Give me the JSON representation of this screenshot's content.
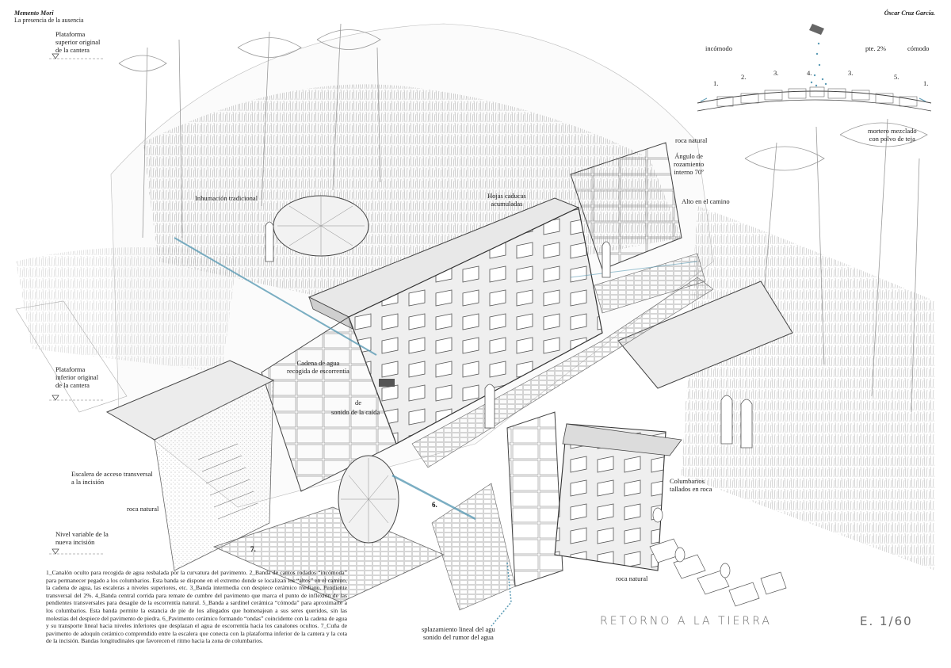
{
  "header": {
    "title": "Memento Mori",
    "subtitle": "La presencia de la ausencia",
    "author": "Óscar Cruz García."
  },
  "levels": {
    "upper": "Plataforma\nsuperior original\nde la cantera",
    "lower": "Plataforma\ninferior original\nde la cantera",
    "variable": "Nivel variable de la\nnueva incisión"
  },
  "labels": {
    "inhumacion": "Inhumación tradicional",
    "hojas": "Hojas caducas\nacumuladas",
    "roca_top": "roca natural",
    "angulo": "Ángulo de\nrozamiento\ninterno 70º",
    "alto": "Alto en el camino",
    "cadena": "Cadena de agua\nrecogida de escorrentía",
    "de": "de",
    "sonido_caida": "sonido de la caída",
    "escalera": "Escalera de acceso transversal\na la incisión",
    "roca_left": "roca natural",
    "columbarios": "Columbarios\ntallados en roca",
    "roca_right": "roca natural",
    "desplazamiento": "splazamiento lineal del agu\nsonido del rumor del agua"
  },
  "numbers": {
    "n6": "6.",
    "n7": "7."
  },
  "section": {
    "incomodo": "incómodo",
    "pte": "pte. 2%",
    "comodo": "cómodo",
    "n1a": "1.",
    "n2": "2.",
    "n3a": "3.",
    "n4": "4.",
    "n3b": "3.",
    "n5": "5.",
    "n1b": "1.",
    "mortero": "mortero mezclado\ncon polvo de teja"
  },
  "legend": "1_Canalón oculto para recogida de agua resbalada por la curvatura del pavimento. 2_Banda de cantos rodados “incómoda” para permanecer pegado a los columbarios. Esta banda se dispone en el extremo donde se localizan los “altos” en el camino, la cadena de agua, las escaleras a niveles superiores, etc. 3_Banda intermedia con despiece cerámico mediano. Pendiente transversal del 2%. 4_Banda central corrida para remate de cumbre del pavimento que marca el punto de inflexión de las pendientes transversales para desagüe de la escorrentía natural. 5_Banda a sardinel cerámica “cómoda” para aproximarte a los columbarios. Esta banda permite la estancia de pie de los allegados que homenajean a sus seres queridos, sin las molestias del despiece del pavimento de piedra. 6_Pavimento cerámico formando “ondas” coincidente con la cadena de agua y su transporte lineal hacia niveles inferiores que desplazan el agua de escorrentía hacia los canalones ocultos. 7_Cuña de pavimento de adoquín cerámico comprendido entre la escalera que conecta con la plataforma inferior de la cantera y la cota de la incisión. Bandas longitudinales que favorecen el ritmo hacia la zona de columbarios.",
  "sheet_title": "RETORNO A LA TIERRA",
  "scale": "E. 1/60",
  "colors": {
    "ink": "#333333",
    "water": "#5b9bb5",
    "shade": "#cfcfcf"
  }
}
